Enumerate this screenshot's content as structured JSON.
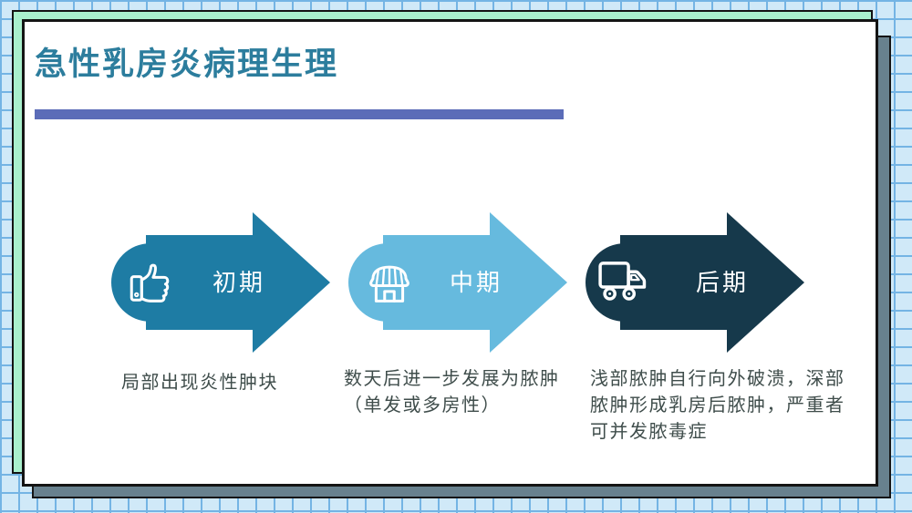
{
  "slide": {
    "title": "急性乳房炎病理生理"
  },
  "stages": [
    {
      "label": "初期",
      "icon": "thumbs-up-icon",
      "color": "#1e7ca4",
      "description": "局部出现炎性肿块"
    },
    {
      "label": "中期",
      "icon": "store-icon",
      "color": "#66bade",
      "description": "数天后进一步发展为脓肿（单发或多房性）"
    },
    {
      "label": "后期",
      "icon": "truck-icon",
      "color": "#16394b",
      "description": "浅部脓肿自行向外破溃，深部脓肿形成乳房后脓肿，严重者可并发脓毒症"
    }
  ],
  "colors": {
    "title_text": "#2c7d9d",
    "accent_bar": "#5b6cb8",
    "card_mint": "#a9f0cd",
    "card_slate": "#68818e",
    "card_white": "#ffffff",
    "card_border": "#141414",
    "grid_background": "#d0e9f8",
    "grid_line": "#74b4e4",
    "description_text": "#3f4d4b",
    "stage_label_text": "#ffffff"
  }
}
